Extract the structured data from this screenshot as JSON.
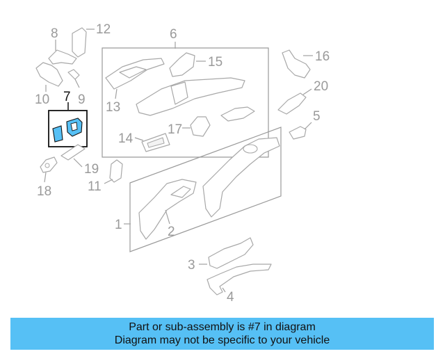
{
  "callouts": {
    "c1": "1",
    "c2": "2",
    "c3": "3",
    "c4": "4",
    "c5": "5",
    "c6": "6",
    "c7": "7",
    "c8": "8",
    "c9": "9",
    "c10": "10",
    "c11": "11",
    "c12": "12",
    "c13": "13",
    "c14": "14",
    "c15": "15",
    "c16": "16",
    "c17": "17",
    "c18": "18",
    "c19": "19",
    "c20": "20"
  },
  "highlight": {
    "part": "7",
    "color": "#56c0f5"
  },
  "banner": {
    "line1": "Part or sub-assembly is #7 in diagram",
    "line2": "Diagram may not be specific to your vehicle",
    "color": "#56c0f5"
  }
}
